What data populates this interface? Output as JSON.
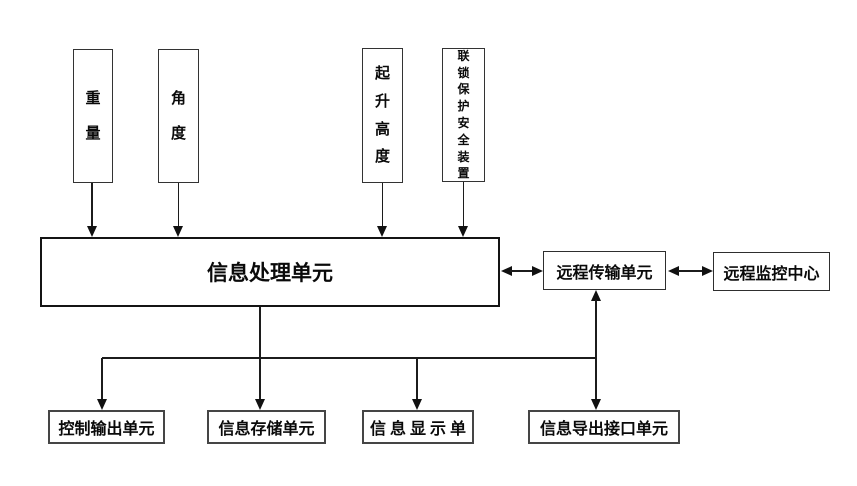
{
  "diagram": {
    "sensors": [
      {
        "label": "重量"
      },
      {
        "label": "角度"
      },
      {
        "label": "起升高度"
      },
      {
        "label": "联锁保护安全装置"
      }
    ],
    "processing_unit": {
      "label": "信息处理单元"
    },
    "transmission_unit": {
      "label": "远程传输单元"
    },
    "monitoring_center": {
      "label": "远程监控中心"
    },
    "output_units": [
      {
        "label": "控制输出单元"
      },
      {
        "label": "信息存储单元"
      },
      {
        "label": "信息显示单"
      },
      {
        "label": "信息导出接口单元"
      }
    ]
  },
  "colors": {
    "background": "#ffffff",
    "line": "#1c1c1c",
    "text": "#0a0a0a"
  }
}
